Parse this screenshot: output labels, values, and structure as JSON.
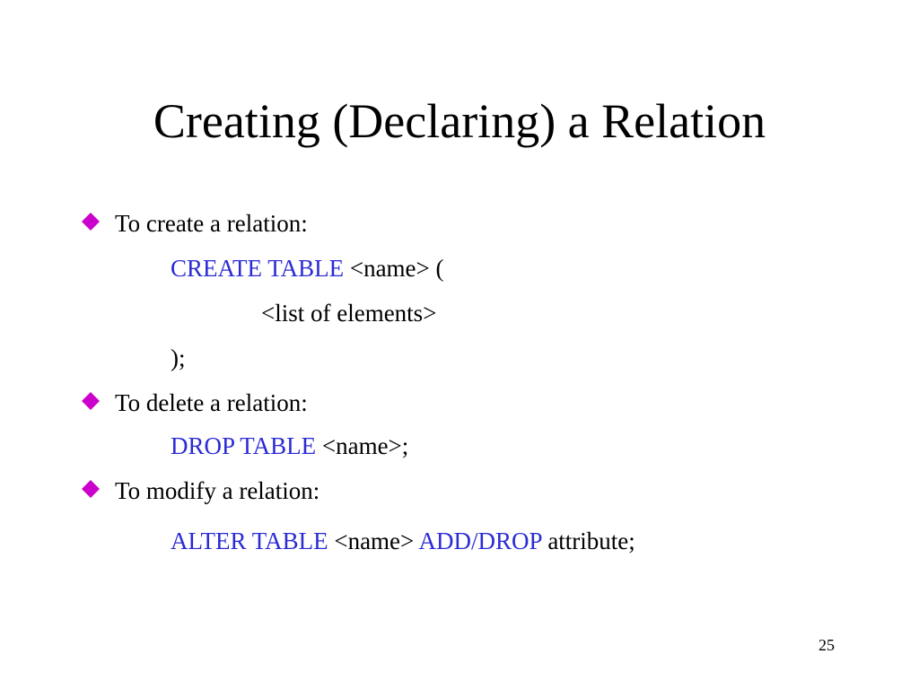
{
  "slide": {
    "title": "Creating (Declaring) a Relation",
    "page_number": "25",
    "bullet_icon": "diamond-bullet-icon",
    "colors": {
      "bullet": "#cc00cc",
      "keyword": "#2b2bd6",
      "text": "#000000",
      "background": "#ffffff"
    },
    "bullets": [
      {
        "text": "To create a relation:"
      },
      {
        "text": "To delete a relation:"
      },
      {
        "text": "To modify a relation:"
      }
    ],
    "code": {
      "create_kw": "CREATE TABLE",
      "create_rest": " <name> (",
      "create_elements": "<list of elements>",
      "create_close": ");",
      "drop_kw": "DROP TABLE",
      "drop_rest": " <name>;",
      "alter_kw": "ALTER TABLE",
      "alter_mid": " <name> ",
      "alter_kw2": "ADD/DROP",
      "alter_rest": " attribute;"
    }
  }
}
